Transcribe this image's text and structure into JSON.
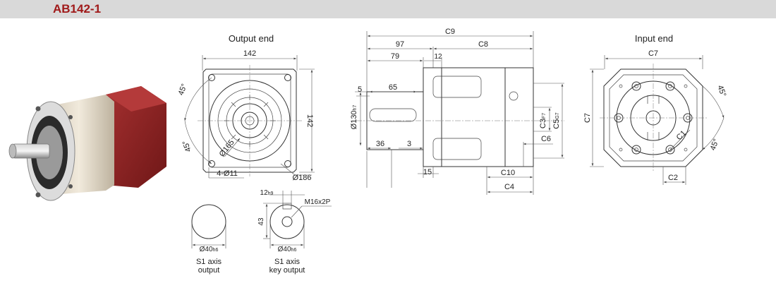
{
  "header": {
    "model": "AB142-1"
  },
  "colors": {
    "title": "#a01a1a",
    "header_bg": "#d9d9d9",
    "housing_red": "#8e2424",
    "housing_beige": "#e8dfcf"
  },
  "output_view": {
    "title": "Output end",
    "dims": {
      "width": "142",
      "height": "142",
      "angle_top": "45°",
      "angle_bottom": "45°",
      "bolt_circle": "Ø165",
      "holes": "4-Ø11",
      "diagonal": "Ø186"
    }
  },
  "side_view": {
    "dims": {
      "total": "C9",
      "shaft_len": "97",
      "c8": "C8",
      "d79": "79",
      "d12": "12",
      "key_offset": "5",
      "key_len": "65",
      "pilot_dia": "Ø130",
      "pilot_tol": "h7",
      "d36": "36",
      "d3": "3",
      "d15": "15",
      "c3": "C3",
      "c3_tol": "F7",
      "c5": "C5",
      "c5_tol": "G7",
      "c6": "C6",
      "c10": "C10",
      "c4": "C4"
    }
  },
  "input_view": {
    "title": "Input end",
    "dims": {
      "width": "C7",
      "height": "C7",
      "angle_top": "45°",
      "angle_bottom": "45°",
      "c1": "C1",
      "c2": "C2"
    }
  },
  "shaft_s1": {
    "dia": "Ø40",
    "dia_tol": "h6",
    "caption_line1": "S1 axis",
    "caption_line2": "output"
  },
  "shaft_key": {
    "key_width": "12",
    "key_tol": "h9",
    "height": "43",
    "thread": "M16x2P",
    "dia": "Ø40",
    "dia_tol": "h6",
    "caption_line1": "S1 axis",
    "caption_line2": "key output"
  }
}
